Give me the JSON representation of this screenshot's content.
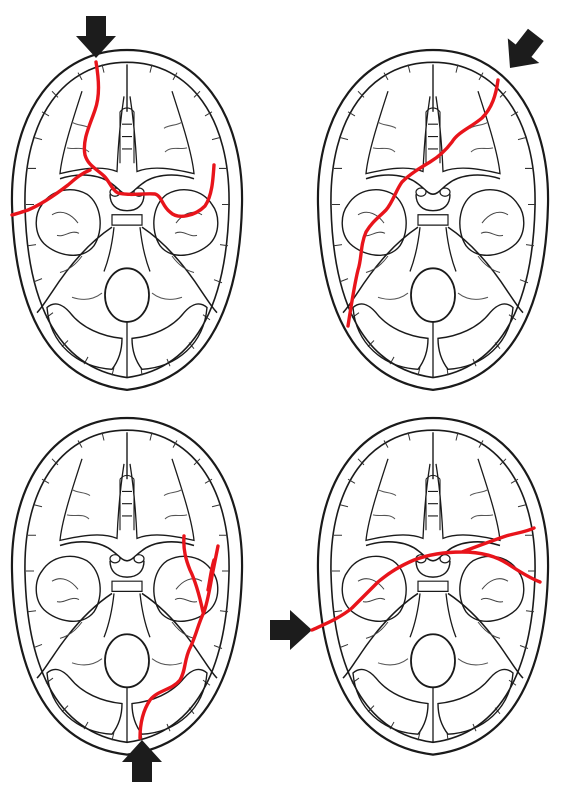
{
  "figure": {
    "panels": [
      {
        "id": "top-left",
        "arrow": "top"
      },
      {
        "id": "top-right",
        "arrow": "top-right"
      },
      {
        "id": "bottom-left",
        "arrow": "bottom"
      },
      {
        "id": "bottom-right",
        "arrow": "left"
      }
    ],
    "colors": {
      "fracture": "#e8141b",
      "outline": "#1a1a1a",
      "arrow": "#1c1c1c",
      "background": "#ffffff"
    }
  }
}
